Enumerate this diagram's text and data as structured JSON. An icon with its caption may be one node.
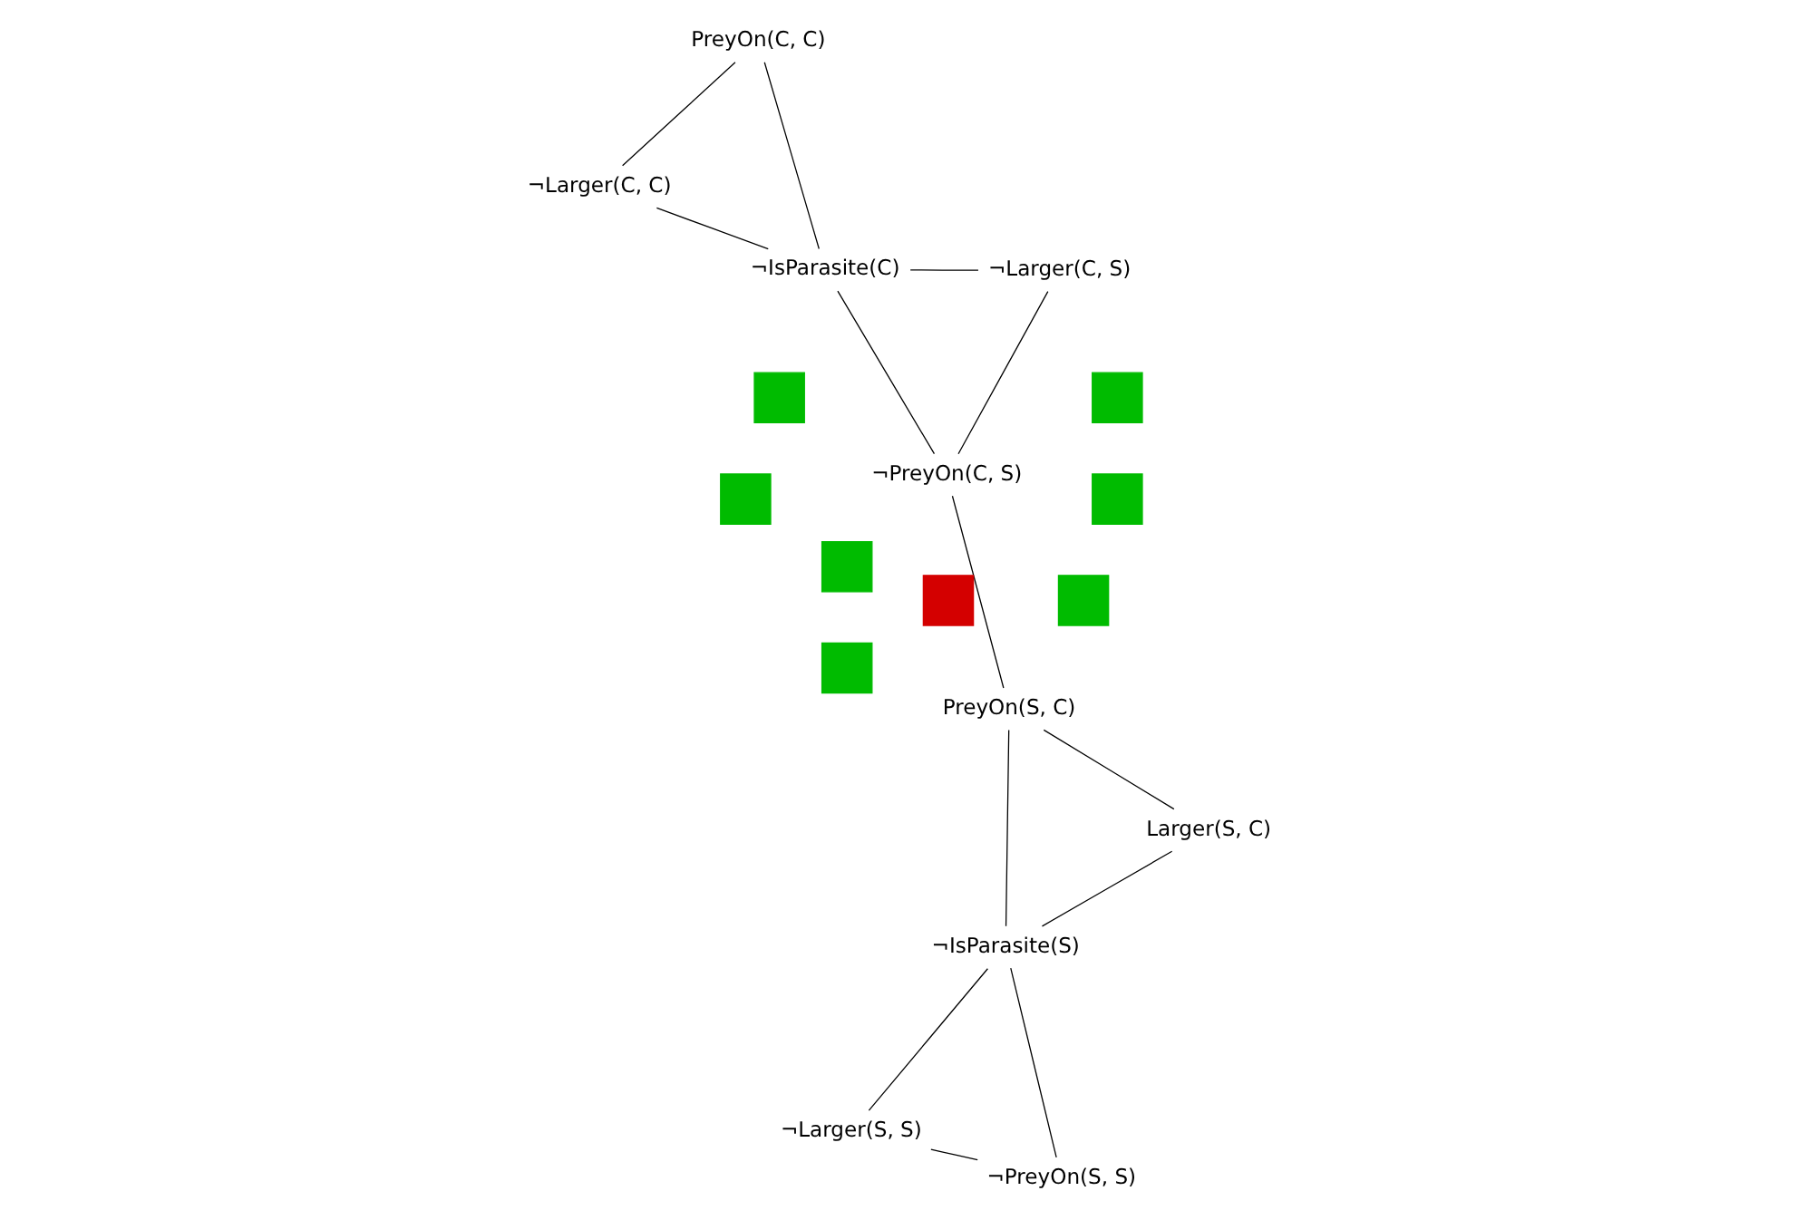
{
  "diagram": {
    "nodes": [
      {
        "text": [
          "PreyOn(C, C)"
        ]
      },
      {
        "text": [
          "¬IsParasite(C)"
        ]
      },
      {
        "text": [
          "¬Larger(C, C)"
        ]
      },
      {
        "text": [
          "¬Larger(C, S)"
        ]
      },
      {
        "text": [
          "¬PreyOn(C, S)"
        ]
      },
      {
        "text": [
          "¬Larger(S, S)"
        ]
      },
      {
        "text": [
          "¬PreyOn(S, S)"
        ]
      },
      {
        "text": [
          "Larger(S, C)"
        ]
      },
      {
        "text": [
          "¬IsParasite(S)"
        ]
      },
      {
        "text": [
          "PreyOn(S, C)"
        ]
      },
      {
        "text": [],
        "shape": "box"
      },
      {
        "text": [],
        "shape": "box"
      },
      {
        "text": [],
        "shape": "box"
      },
      {
        "text": [],
        "shape": "box"
      },
      {
        "text": [],
        "shape": "box"
      },
      {
        "text": [],
        "shape": "box"
      },
      {
        "text": [],
        "shape": "box"
      },
      {
        "text": [],
        "shape": "box"
      }
    ],
    "edges": [
      {
        "from": 0,
        "to": 1,
        "arrow": "none"
      },
      {
        "from": 0,
        "to": 2,
        "arrow": "none"
      },
      {
        "from": 1,
        "to": 2,
        "arrow": "none"
      },
      {
        "from": 1,
        "to": 3,
        "arrow": "none"
      },
      {
        "from": 1,
        "to": 4,
        "arrow": "none"
      },
      {
        "from": 3,
        "to": 4,
        "arrow": "none"
      },
      {
        "from": 4,
        "to": 9,
        "arrow": "none"
      },
      {
        "from": 5,
        "to": 6,
        "arrow": "none"
      },
      {
        "from": 5,
        "to": 8,
        "arrow": "none"
      },
      {
        "from": 6,
        "to": 8,
        "arrow": "none"
      },
      {
        "from": 7,
        "to": 8,
        "arrow": "none"
      },
      {
        "from": 7,
        "to": 9,
        "arrow": "none"
      },
      {
        "from": 8,
        "to": 9,
        "arrow": "none"
      }
    ]
  }
}
